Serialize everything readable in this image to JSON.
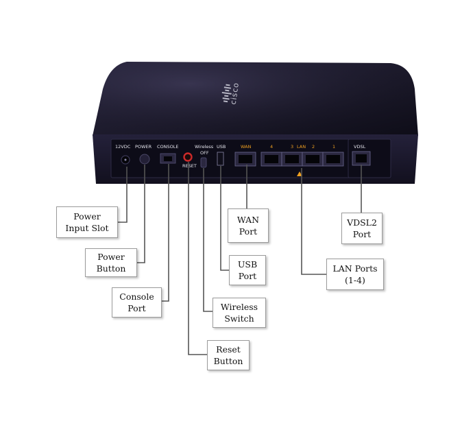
{
  "device": {
    "brand_logo": "cisco",
    "panel_labels": {
      "dc_in": "12VDC",
      "power": "POWER",
      "console": "CONSOLE",
      "wireless": "Wireless",
      "wireless_off": "OFF",
      "usb": "USB",
      "reset": "RESET",
      "wan": "WAN",
      "lan_port_4": "4",
      "lan_port_3": "3",
      "lan": "LAN",
      "lan_port_2": "2",
      "lan_port_1": "1",
      "vdsl": "VDSL"
    }
  },
  "callouts": {
    "power_input": [
      "Power",
      "Input Slot"
    ],
    "power_button": [
      "Power",
      "Button"
    ],
    "console_port": [
      "Console",
      "Port"
    ],
    "reset_button": [
      "Reset",
      "Button"
    ],
    "wireless_switch": [
      "Wireless",
      "Switch"
    ],
    "usb_port": [
      "USB",
      "Port"
    ],
    "wan_port": [
      "WAN",
      "Port"
    ],
    "lan_ports": [
      "LAN Ports",
      "(1-4)"
    ],
    "vdsl2_port": [
      "VDSL2",
      "Port"
    ]
  },
  "colors": {
    "chassis": "#1c1a2e",
    "panel": "#0d0c18",
    "wan_label": "#f0a020",
    "reset_button": "#cc2a2a",
    "leader_line": "#555555"
  }
}
